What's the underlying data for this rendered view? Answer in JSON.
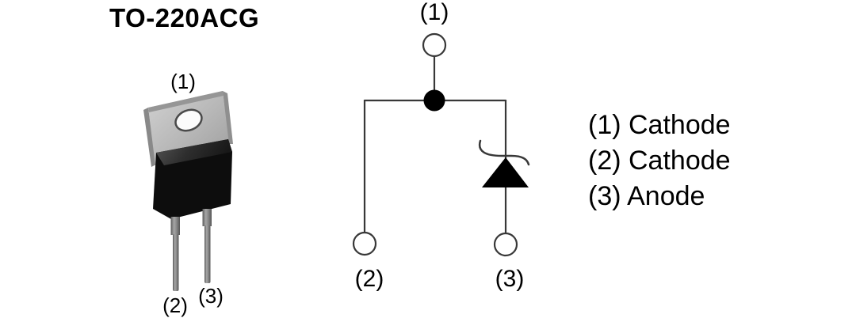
{
  "figure": {
    "package": {
      "title": "TO-220ACG",
      "labels": {
        "pin1": "(1)",
        "pin2": "(2)",
        "pin3": "(3)"
      }
    },
    "schematic": {
      "labels": {
        "pin1": "(1)",
        "pin2": "(2)",
        "pin3": "(3)"
      }
    },
    "legend": {
      "lines": [
        "(1) Cathode",
        "(2) Cathode",
        "(3) Anode"
      ]
    },
    "icons": {
      "diode_symbol": "tvs-diode-triangle-with-curved-cathode-bar",
      "junction_dot": "filled-connection-node",
      "terminal_circle": "open-terminal-node"
    },
    "colors": {
      "background": "#ffffff",
      "text": "#000000",
      "wire": "#383838",
      "diode_fill": "#000000",
      "package_body": "#0d0d0d",
      "package_tab": "#b5b5b5",
      "lead": "#8a8a8a"
    }
  }
}
